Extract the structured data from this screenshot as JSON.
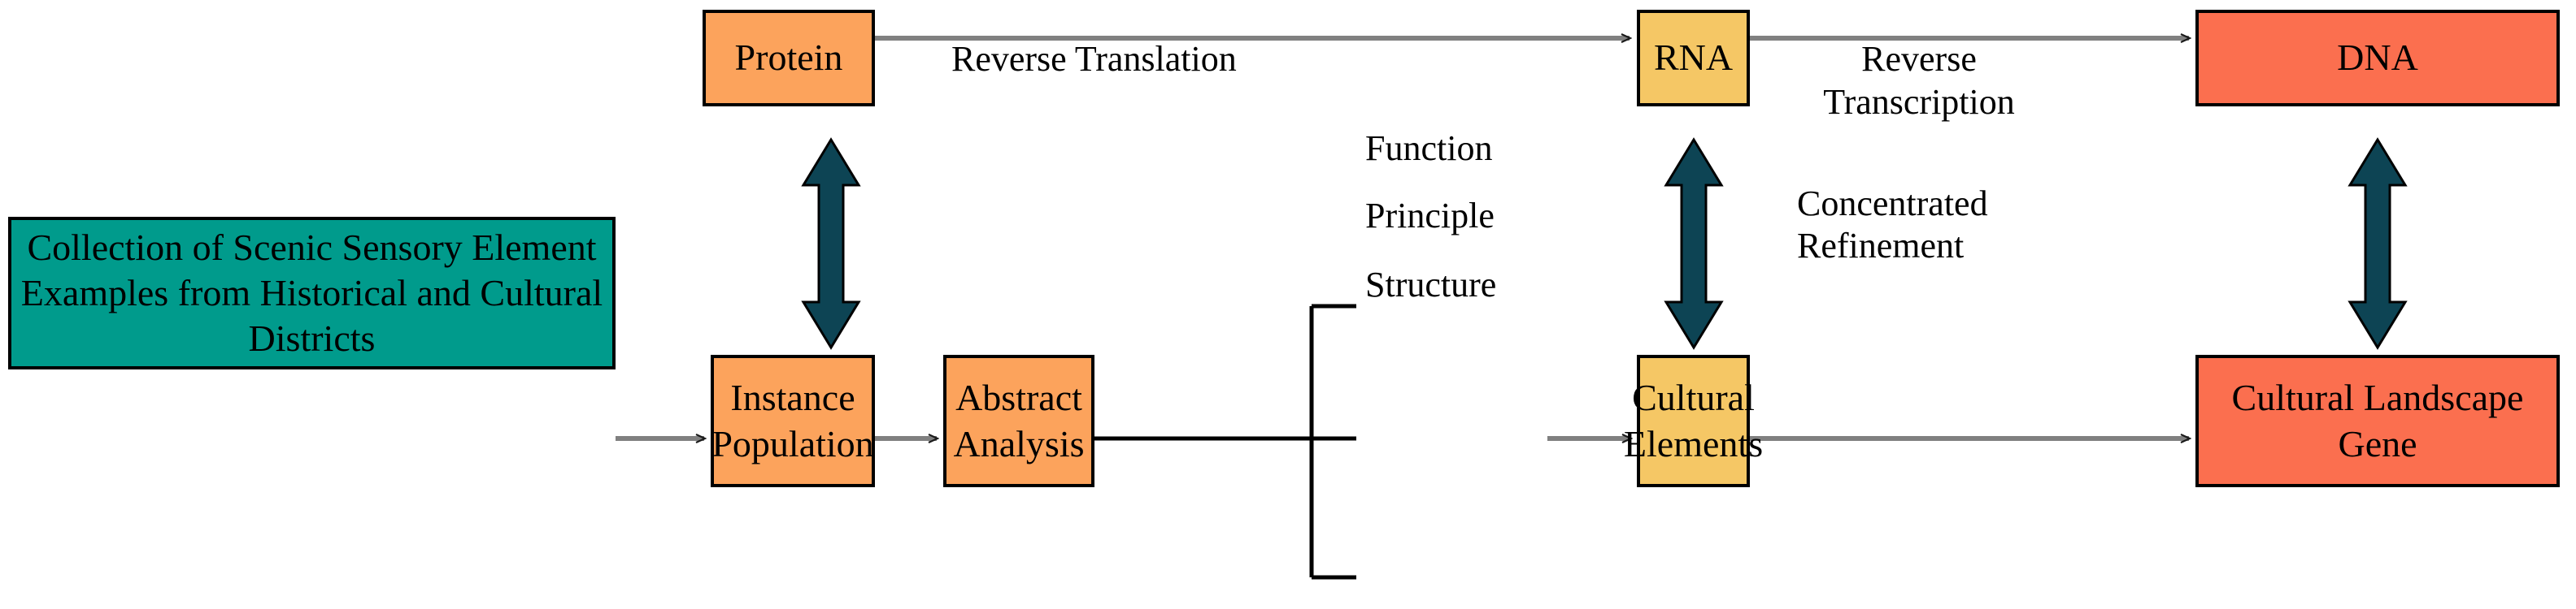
{
  "diagram": {
    "title_present": false,
    "colors": {
      "green": "#009b8c",
      "orange": "#fca35c",
      "yellow": "#f5c765",
      "salmon": "#fb6f4f",
      "arrow_teal": "#0d4454",
      "connector_gray": "#808080",
      "outline_black": "#000000",
      "background": "#ffffff"
    },
    "nodes": {
      "collection": "Collection of Scenic Sensory Element Examples from Historical and Cultural Districts",
      "protein": "Protein",
      "rna": "RNA",
      "dna": "DNA",
      "instance_population": "Instance Population",
      "abstract_analysis": "Abstract Analysis",
      "cultural_elements": "Cultural Elements",
      "cultural_landscape_gene": "Cultural Landscape Gene"
    },
    "edge_labels": {
      "reverse_translation": "Reverse Translation",
      "reverse_transcription": "Reverse Transcription",
      "concentrated": "Concentrated",
      "refinement": "Refinement"
    },
    "branch_labels": {
      "function": "Function",
      "principle": "Principle",
      "structure": "Structure"
    },
    "connections": [
      {
        "from": "protein",
        "to": "rna",
        "label": "Reverse Translation",
        "style": "gray-arrow"
      },
      {
        "from": "rna",
        "to": "dna",
        "label": "Reverse Transcription",
        "style": "gray-arrow"
      },
      {
        "from": "collection",
        "to": "instance_population",
        "label": "",
        "style": "gray-arrow"
      },
      {
        "from": "instance_population",
        "to": "abstract_analysis",
        "label": "",
        "style": "gray-arrow"
      },
      {
        "from": "abstract_analysis",
        "to": "branch_bracket",
        "label": "",
        "style": "black-line"
      },
      {
        "from": "principle",
        "to": "cultural_elements",
        "label": "",
        "style": "gray-arrow"
      },
      {
        "from": "cultural_elements",
        "to": "cultural_landscape_gene",
        "label": "Concentrated Refinement",
        "style": "gray-arrow"
      },
      {
        "from": "protein",
        "to": "instance_population",
        "label": "",
        "style": "teal-double-arrow"
      },
      {
        "from": "rna",
        "to": "cultural_elements",
        "label": "",
        "style": "teal-double-arrow"
      },
      {
        "from": "dna",
        "to": "cultural_landscape_gene",
        "label": "",
        "style": "teal-double-arrow"
      }
    ]
  }
}
